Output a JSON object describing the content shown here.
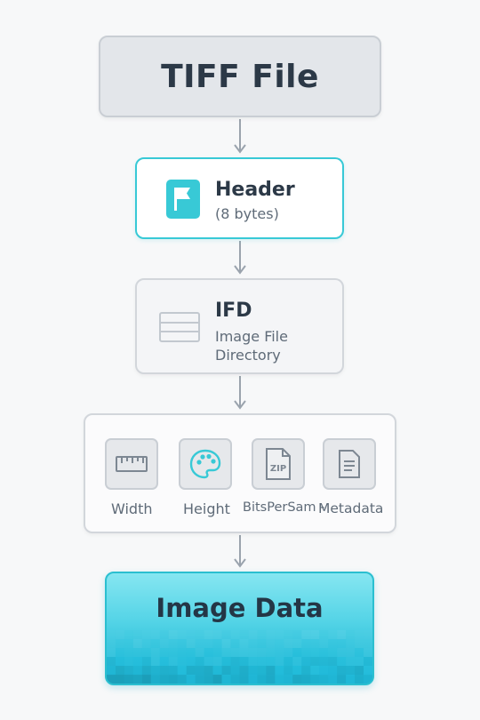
{
  "file": {
    "title": "TIFF File"
  },
  "header": {
    "title": "Header",
    "subtitle": "(8 bytes)",
    "icon": "flag-icon"
  },
  "ifd": {
    "title": "IFD",
    "subtitle": "Image File Directory",
    "icon": "table-icon"
  },
  "tags": [
    {
      "label": "Width",
      "icon": "ruler-icon"
    },
    {
      "label": "Height",
      "icon": "palette-icon"
    },
    {
      "label": "BitsPerSam -",
      "icon": "zip-file-icon"
    },
    {
      "label": "Metadata",
      "icon": "document-icon"
    }
  ],
  "tag_icon_texts": {
    "zip": "ZIP"
  },
  "image": {
    "title": "Image Data"
  },
  "colors": {
    "accent": "#38c9d6",
    "box_gray": "#e3e6ea",
    "border_gray": "#c9ced4",
    "text_dark": "#2c3947",
    "image_top": "#86e6f1",
    "image_bottom": "#1eb0cf"
  }
}
